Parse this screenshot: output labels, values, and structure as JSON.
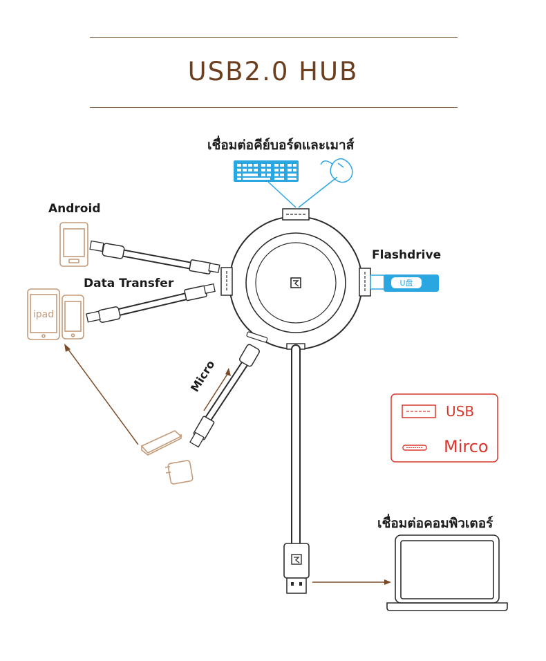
{
  "title": "USB2.0 HUB",
  "labels": {
    "keyboard_mouse": "เชื่อมต่อคีย์บอร์ดและเมาส์",
    "android": "Android",
    "flashdrive": "Flashdrive",
    "data_transfer": "Data Transfer",
    "micro": "Micro",
    "computer": "เชื่อมต่อคอมพิวเตอร์",
    "ipad": "ipad",
    "u_disk": "U盘"
  },
  "legend": {
    "usb": "USB",
    "micro": "Mirco"
  },
  "colors": {
    "title": "#6b3f1f",
    "rule": "#8a6a4c",
    "accent_blue": "#2aa6e0",
    "device_tan": "#c49a78",
    "arrow_brown": "#7a4a26",
    "legend_red": "#d9362c",
    "line_dark": "#2b2b2b"
  }
}
